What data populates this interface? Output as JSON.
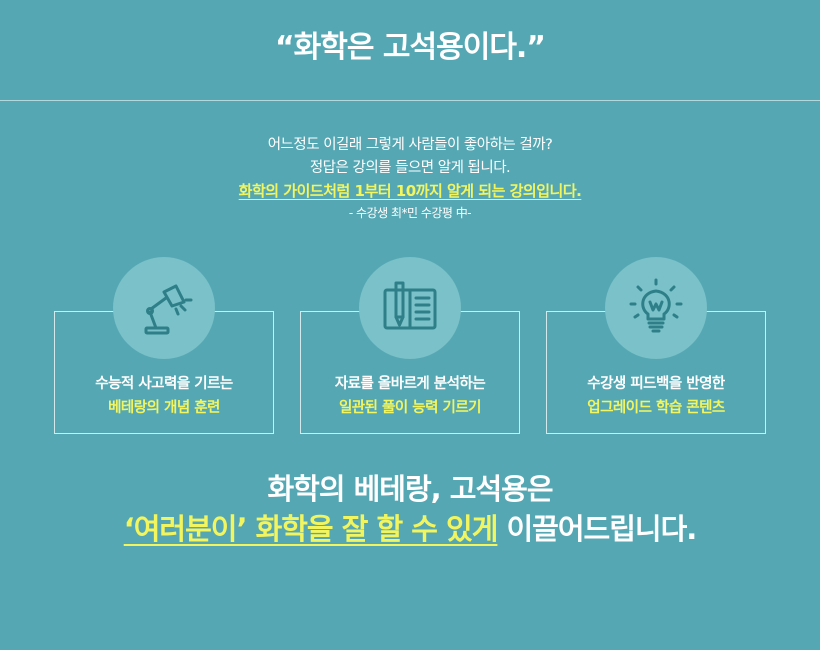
{
  "header": {
    "title": "“화학은 고석용이다.”"
  },
  "quote": {
    "line1": "어느정도 이길래 그렇게 사람들이 좋아하는 걸까?",
    "line2": "정답은 강의를 들으면 알게 됩니다.",
    "highlight": "화학의 가이드처럼 1부터 10까지 알게 되는 강의입니다.",
    "source": "- 수강생 최*민 수강평 中-"
  },
  "features": [
    {
      "icon": "desk-lamp-icon",
      "line1": "수능적 사고력을 기르는",
      "line2": "베테랑의 개념 훈련"
    },
    {
      "icon": "notebook-pen-icon",
      "line1": "자료를 올바르게 분석하는",
      "line2": "일관된 풀이 능력 기르기"
    },
    {
      "icon": "lightbulb-icon",
      "line1": "수강생 피드백을 반영한",
      "line2": "업그레이드 학습 콘텐츠"
    }
  ],
  "closing": {
    "line1": "화학의 베테랑, 고석용은",
    "highlight": "‘여러분이’ 화학을 잘 할 수 있게",
    "rest": " 이끌어드립니다."
  },
  "colors": {
    "background": "#55a8b3",
    "accent": "#f3f55e",
    "icon_circle": "#7ac1c9",
    "icon_stroke": "#2e7f88"
  }
}
